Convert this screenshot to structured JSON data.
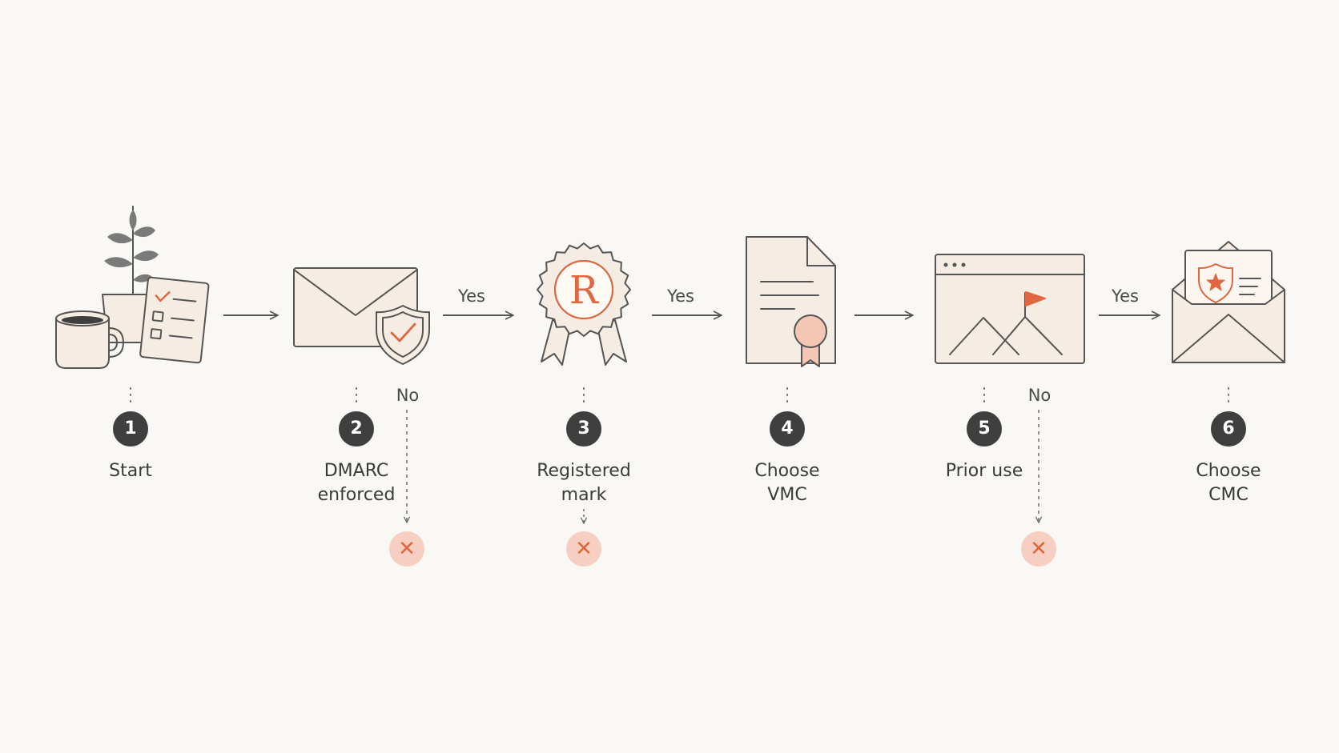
{
  "steps": [
    {
      "number": "1",
      "label": "Start",
      "icon": "checklist-coffee-plant-icon"
    },
    {
      "number": "2",
      "label": "DMARC\nenforced",
      "icon": "envelope-shield-icon"
    },
    {
      "number": "3",
      "label": "Registered\nmark",
      "icon": "registered-seal-icon"
    },
    {
      "number": "4",
      "label": "Choose\nVMC",
      "icon": "certificate-document-icon"
    },
    {
      "number": "5",
      "label": "Prior use",
      "icon": "browser-flag-icon"
    },
    {
      "number": "6",
      "label": "Choose\nCMC",
      "icon": "envelope-badge-icon"
    }
  ],
  "edges": {
    "yes_2_3": "Yes",
    "yes_3_4": "Yes",
    "yes_5_6": "Yes",
    "no_2": "No",
    "no_5": "No"
  },
  "fail_symbol": "✕",
  "colors": {
    "background": "#faf8f4",
    "line": "#555555",
    "accent": "#e0673f",
    "fill": "#f5ede3",
    "fail_bg": "#f6cfc2",
    "badge": "#3f3f3f"
  }
}
